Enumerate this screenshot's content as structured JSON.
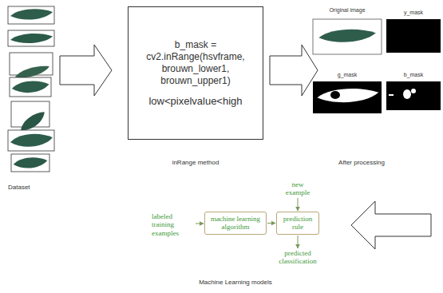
{
  "diagram": {
    "nodes": [
      {
        "text": [
          "b_mask = cv2.inRange(hsvframe, brouwn_lower1, brouwn_upper1)",
          "low<pixelvalue<high"
        ]
      },
      {
        "text": [
          "labeled training examples"
        ]
      },
      {
        "text": [
          "machine learning algorithm"
        ]
      },
      {
        "text": [
          "new example"
        ]
      },
      {
        "text": [
          "prediction rule"
        ]
      },
      {
        "text": [
          "predicted classification"
        ]
      }
    ],
    "edges": [
      {
        "from": 1,
        "to": 2,
        "arrow": "to"
      },
      {
        "from": 2,
        "to": 4,
        "arrow": "to"
      },
      {
        "from": 3,
        "to": 4,
        "arrow": "to"
      },
      {
        "from": 4,
        "to": 5,
        "arrow": "to"
      }
    ],
    "labels": [
      "Dataset",
      "inRange method",
      "Original image",
      "y_mask",
      "g_mask",
      "b_mask",
      "After processing",
      "Machine Learning models"
    ]
  }
}
